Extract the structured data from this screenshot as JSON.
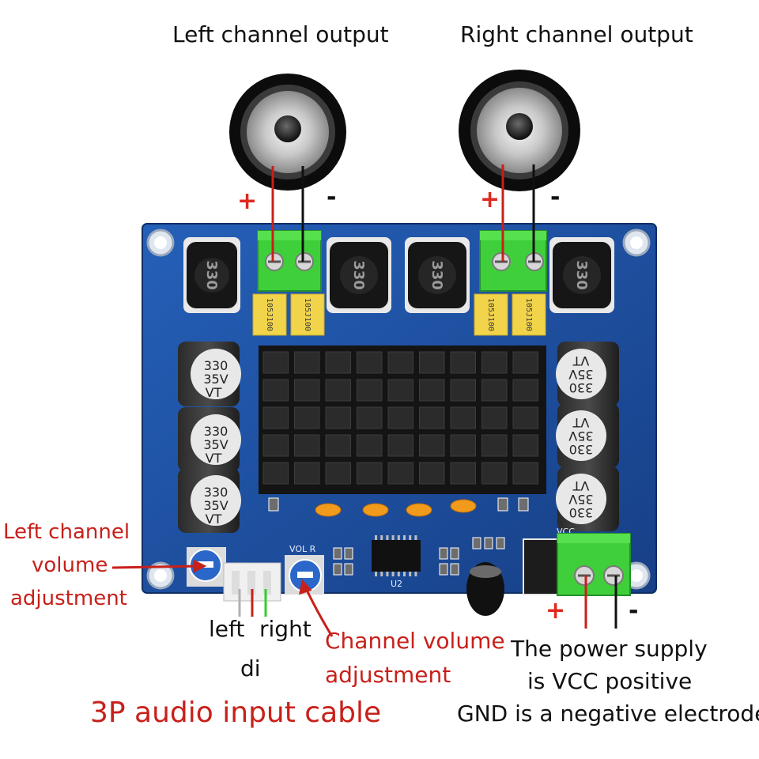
{
  "labels": {
    "left_channel_output": "Left channel output",
    "right_channel_output": "Right channel output",
    "left_volume_line1": "Left channel",
    "left_volume_line2": "volume",
    "left_volume_line3": "adjustment",
    "input_left": "left",
    "input_right": "right",
    "input_di": "di",
    "channel_volume_line1": "Channel volume",
    "channel_volume_line2": "adjustment",
    "power_line1": "The power supply",
    "power_line2": "is VCC positive",
    "power_line3": "GND is a negative electrode",
    "input_cable_title": "3P audio input cable"
  },
  "polarity": {
    "positive": "+",
    "negative": "-"
  },
  "board": {
    "capacitor_text": [
      "330",
      "35V",
      "VT"
    ],
    "inductor_text": "330",
    "film_cap_text": "105J100",
    "silk_vol_r": "VOL R",
    "silk_vcc": "VCC",
    "silk_u2": "U2"
  },
  "colors": {
    "pcb": "#1b4fa0",
    "annotation_red": "#c8201a",
    "terminal_green": "#3fcf3a",
    "film_cap_yellow": "#f2d44a",
    "heatsink": "#141414",
    "lead_wire_green": "#2fd02a"
  }
}
